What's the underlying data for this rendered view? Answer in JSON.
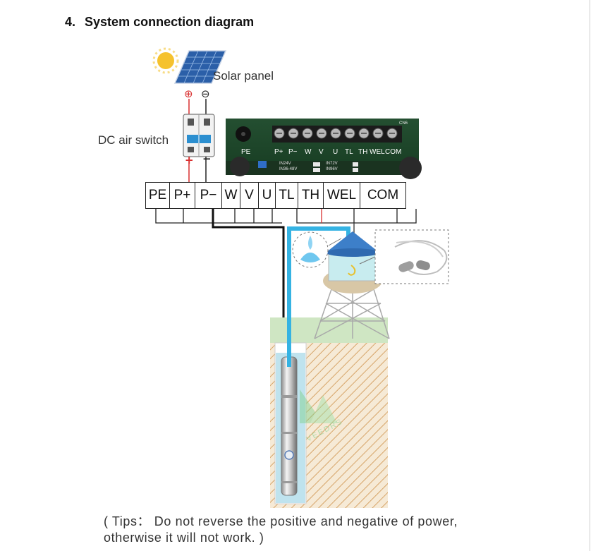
{
  "section": {
    "number": "4.",
    "title": "System connection diagram"
  },
  "labels": {
    "solar_panel": "Solar panel",
    "dc_switch": "DC air switch",
    "positive_symbol": "⊕",
    "negative_symbol": "⊖",
    "switch_plus": "+",
    "switch_minus": "−"
  },
  "terminals": [
    {
      "label": "PE"
    },
    {
      "label": "P+"
    },
    {
      "label": "P−"
    },
    {
      "label": "W"
    },
    {
      "label": "V"
    },
    {
      "label": "U"
    },
    {
      "label": "TL"
    },
    {
      "label": "TH"
    },
    {
      "label": "WEL"
    },
    {
      "label": "COM"
    }
  ],
  "pcb": {
    "terminal_labels": [
      "P+",
      "P−",
      "W",
      "V",
      "U",
      "TL",
      "TH",
      "WEL",
      "COM"
    ],
    "pe_label": "PE",
    "cn_label": "CN6",
    "voltage_labels": [
      "IN24V",
      "IN36-48V",
      "IN72V",
      "IN96V"
    ]
  },
  "watermark": "VEEDRS",
  "tips": {
    "line1": "( Tips： Do not reverse the positive and negative of power,",
    "line2": "otherwise it will not work. )"
  },
  "colors": {
    "positive": "#d93030",
    "negative": "#222222",
    "water_pipe": "#35b3e3",
    "pcb": "#1d4a2a",
    "ground_stripe": "#d6a468",
    "grass": "#cfe6c3",
    "well_water": "#bfe3ee",
    "sun": "#f5c22e",
    "panel": "#2b5fa8"
  }
}
